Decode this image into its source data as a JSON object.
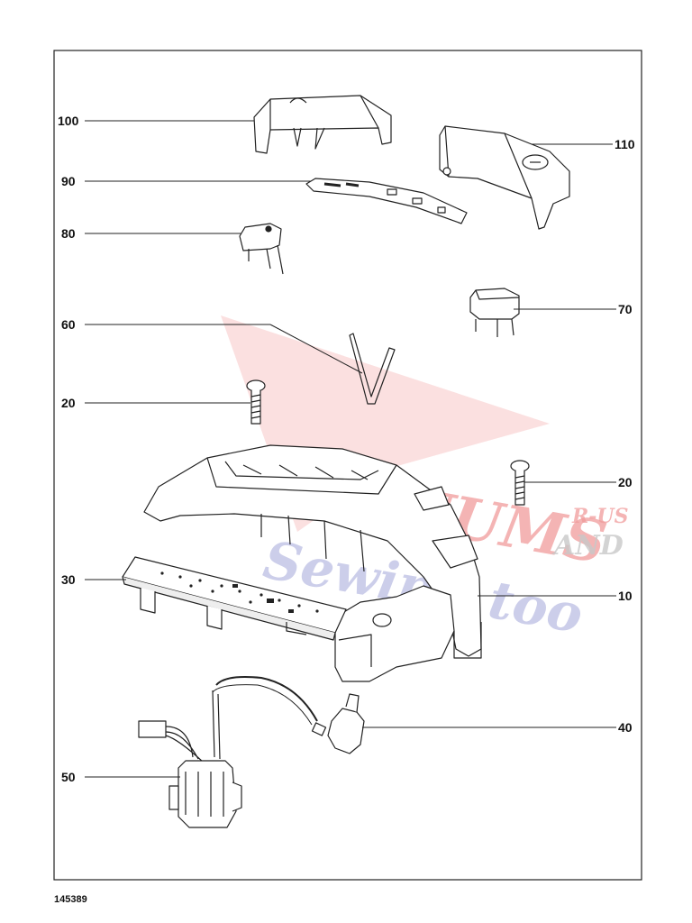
{
  "diagram": {
    "document_number": "145389",
    "callouts": [
      {
        "id": "c100",
        "label": "100"
      },
      {
        "id": "c90",
        "label": "90"
      },
      {
        "id": "c80",
        "label": "80"
      },
      {
        "id": "c60",
        "label": "60"
      },
      {
        "id": "c20a",
        "label": "20"
      },
      {
        "id": "c30",
        "label": "30"
      },
      {
        "id": "c50",
        "label": "50"
      },
      {
        "id": "c110",
        "label": "110"
      },
      {
        "id": "c70",
        "label": "70"
      },
      {
        "id": "c20b",
        "label": "20"
      },
      {
        "id": "c10",
        "label": "10"
      },
      {
        "id": "c40",
        "label": "40"
      }
    ]
  },
  "watermark": {
    "line1": "VACUUMS",
    "line2": "R-US",
    "line3": "AND",
    "line4": "Sewing too",
    "colors": {
      "red": "#e34a4a",
      "blue": "#7a7fc8",
      "gray": "#9a9a9a"
    }
  }
}
